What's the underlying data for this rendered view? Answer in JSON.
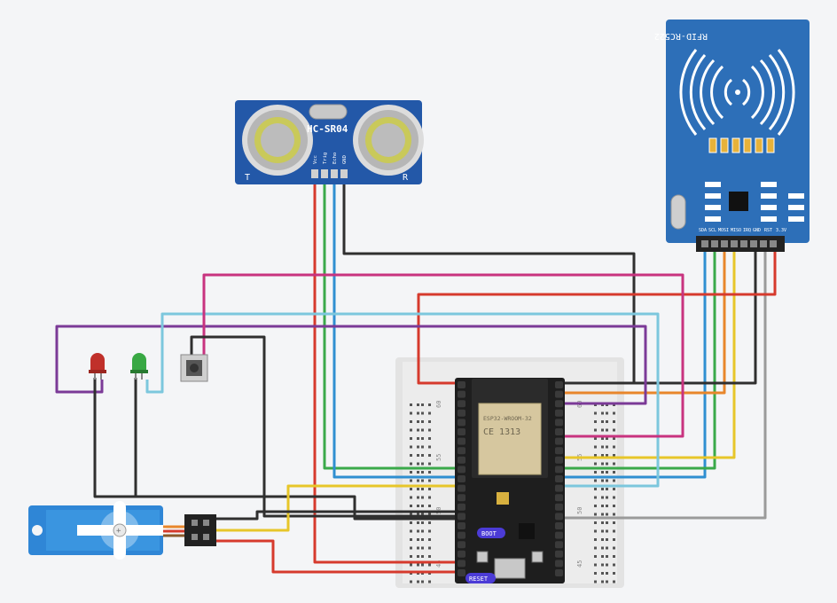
{
  "ultrasonic": {
    "model": "HC-SR04",
    "pins": [
      "Vcc",
      "Trig",
      "Echo",
      "GND"
    ],
    "left_mark": "T",
    "right_mark": "R"
  },
  "rfid": {
    "model": "RFID-RC522",
    "pins": [
      "SDA",
      "SCL",
      "MOSI",
      "MISO",
      "IRQ",
      "GND",
      "RST",
      "3.3V"
    ]
  },
  "esp32": {
    "module_name": "ESP32-WROOM-32",
    "module_code": "CE 1313",
    "boot_label": "BOOT",
    "reset_label": "RESET"
  },
  "breadboard": {
    "row_numbers": [
      "60",
      "55",
      "50",
      "45"
    ]
  },
  "wire_colors": {
    "red": "#d63a2d",
    "green": "#3aa94a",
    "blue": "#2f8fd1",
    "black": "#2f2f2f",
    "orange": "#e8862b",
    "yellow": "#e7c62a",
    "purple": "#7b3a97",
    "magenta": "#c8337f",
    "cyan": "#7cc7dd",
    "gray": "#9a9a9a"
  }
}
